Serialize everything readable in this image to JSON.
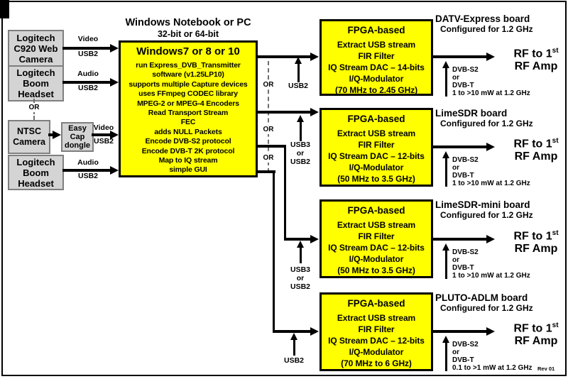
{
  "frame": {
    "rev": "Rev 01"
  },
  "colors": {
    "board_yellow": "#ffff00",
    "device_gray": "#d4d4d4",
    "line_black": "#000000"
  },
  "pc": {
    "title_line1": "Windows Notebook or PC",
    "title_line2": "32-bit or 64-bit",
    "box_header": "Windows7 or 8 or 10",
    "lines": [
      "run Express_DVB_Transmitter",
      "software (v1.25LP10)",
      "supports multiple Capture devices",
      "uses FFmpeg CODEC library",
      "MPEG-2 or MPEG-4 Encoders",
      "Read Transport Stream",
      "FEC",
      "adds NULL Packets",
      "Encode DVB-S2 protocol",
      "Encode DVB-T 2K protocol",
      "Map to IQ stream",
      "simple GUI"
    ]
  },
  "devices": [
    {
      "lines": [
        "Logitech",
        "C920 Web",
        "Camera"
      ]
    },
    {
      "lines": [
        "Logitech",
        "Boom",
        "Headset"
      ]
    },
    {
      "lines": [
        "NTSC",
        "Camera"
      ]
    },
    {
      "lines": [
        "Easy",
        "Cap",
        "dongle"
      ]
    },
    {
      "lines": [
        "Logitech",
        "Boom",
        "Headset"
      ]
    }
  ],
  "labels": {
    "video": "Video",
    "audio": "Audio",
    "usb2": "USB2",
    "usb3": "USB3",
    "or_small": "or",
    "or_caps": "OR"
  },
  "boards": [
    {
      "name": "DATV-Express board",
      "configured": "Configured for 1.2 GHz",
      "header": "FPGA-based",
      "lines": [
        "Extract USB stream",
        "FIR Filter",
        "IQ Stream DAC – 14-bits",
        "I/Q-Modulator",
        "(70 MHz to 2.45 GHz)"
      ],
      "usb_feed": [
        "USB2"
      ],
      "dvb": [
        "DVB-S2",
        "or",
        "DVB-T"
      ],
      "power": "1 to >10 mW at 1.2 GHz",
      "rf1": "RF to 1",
      "rf1_sup": "st",
      "rf2": "RF Amp"
    },
    {
      "name": "LimeSDR board",
      "configured": "Configured for 1.2 GHz",
      "header": "FPGA-based",
      "lines": [
        "Extract USB stream",
        "FIR Filter",
        "IQ Stream DAC – 12-bits",
        "I/Q-Modulator",
        "(50 MHz to 3.5 GHz)"
      ],
      "usb_feed": [
        "USB3",
        "or",
        "USB2"
      ],
      "dvb": [
        "DVB-S2",
        "or",
        "DVB-T"
      ],
      "power": "1 to >10 mW at 1.2 GHz",
      "rf1": "RF to 1",
      "rf1_sup": "st",
      "rf2": "RF Amp"
    },
    {
      "name": "LimeSDR-mini board",
      "configured": "Configured for 1.2 GHz",
      "header": "FPGA-based",
      "lines": [
        "Extract USB stream",
        "FIR Filter",
        "IQ Stream DAC – 12-bits",
        "I/Q-Modulator",
        "(50 MHz to 3.5 GHz)"
      ],
      "usb_feed": [
        "USB3",
        "or",
        "USB2"
      ],
      "dvb": [
        "DVB-S2",
        "or",
        "DVB-T"
      ],
      "power": "1 to >10 mW at 1.2 GHz",
      "rf1": "RF to 1",
      "rf1_sup": "st",
      "rf2": "RF Amp"
    },
    {
      "name": "PLUTO-ADLM board",
      "configured": "Configured for 1.2 GHz",
      "header": "FPGA-based",
      "lines": [
        "Extract USB stream",
        "FIR Filter",
        "IQ Stream DAC – 12-bits",
        "I/Q-Modulator",
        "(70 MHz to 6 GHz)"
      ],
      "usb_feed": [
        "USB2"
      ],
      "dvb": [
        "DVB-S2",
        "or",
        "DVB-T"
      ],
      "power": "0.1 to >1 mW at 1.2 GHz",
      "rf1": "RF to 1",
      "rf1_sup": "st",
      "rf2": "RF Amp"
    }
  ]
}
